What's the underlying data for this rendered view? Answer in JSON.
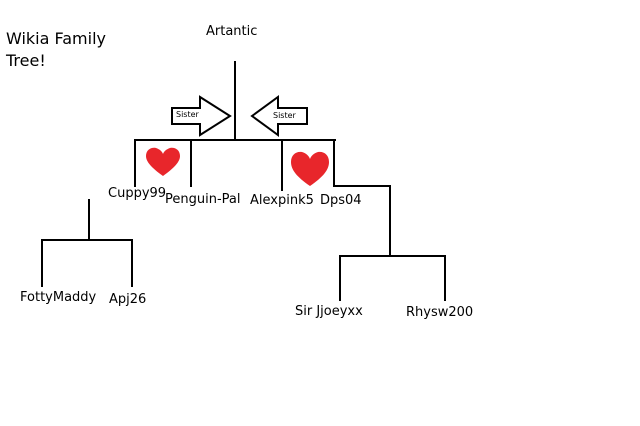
{
  "title": {
    "line1": "Wikia Family",
    "line2": "Tree!"
  },
  "root": "Artantic",
  "arrows": {
    "left_label": "Sister",
    "right_label": "Sister"
  },
  "members": {
    "cuppy": "Cuppy99",
    "penguin": "Penguin-Pal",
    "alexpink": "Alexpink5",
    "dps": "Dps04",
    "fotty": "FottyMaddy",
    "apj": "Apj26",
    "jjoey": "Sir Jjoeyxx",
    "rhysw": "Rhysw200"
  },
  "colors": {
    "line": "#000000",
    "heart": "#e8262b",
    "background": "#ffffff"
  },
  "icons": [
    "arrow-right-icon",
    "arrow-left-icon",
    "heart-icon"
  ]
}
